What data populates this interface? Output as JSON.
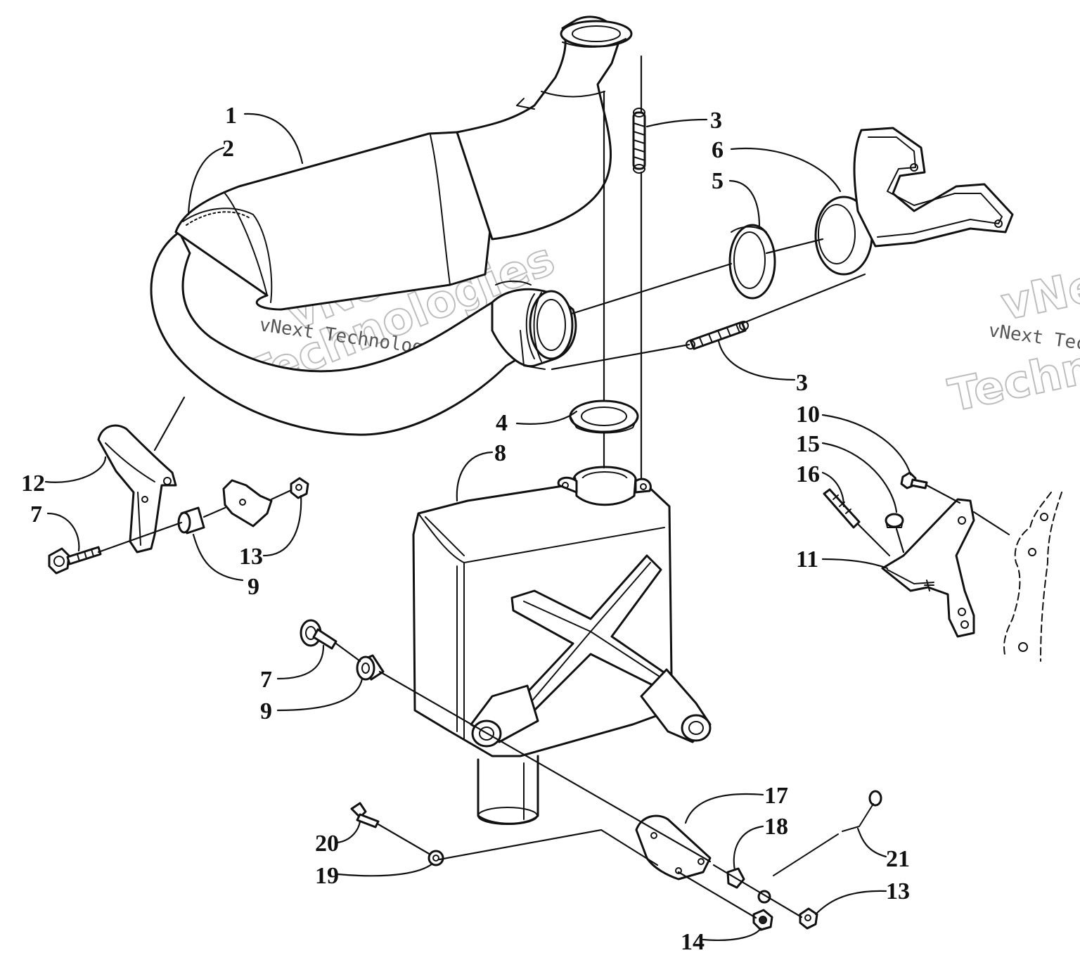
{
  "watermark": {
    "line1": "vNext",
    "line2": "vNext Technologies",
    "line3": "Technologies"
  },
  "callouts": {
    "c1": "1",
    "c2": "2",
    "c3a": "3",
    "c3b": "3",
    "c4": "4",
    "c5": "5",
    "c6": "6",
    "c7a": "7",
    "c7b": "7",
    "c8": "8",
    "c9a": "9",
    "c9b": "9",
    "c10": "10",
    "c11": "11",
    "c12": "12",
    "c13a": "13",
    "c13b": "13",
    "c14": "14",
    "c15": "15",
    "c16": "16",
    "c17": "17",
    "c18": "18",
    "c19": "19",
    "c20": "20",
    "c21": "21"
  },
  "colors": {
    "ink": "#111111",
    "paper": "#ffffff",
    "watermark": "#bdbdbd"
  }
}
